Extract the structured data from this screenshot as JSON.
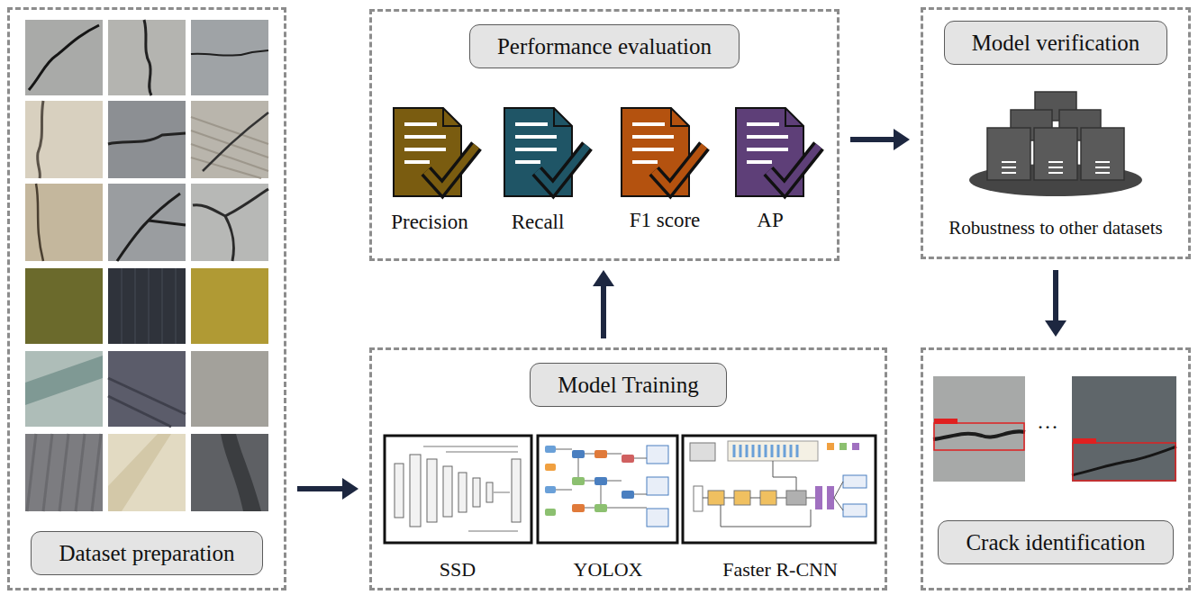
{
  "diagram": {
    "nodes": [
      {
        "text": [
          "Dataset preparation"
        ]
      },
      {
        "text": [
          "Model Training"
        ]
      },
      {
        "text": [
          "Performance evaluation"
        ]
      },
      {
        "text": [
          "Model verification"
        ]
      },
      {
        "text": [
          "Crack identification"
        ]
      }
    ],
    "edges": [
      {
        "from": 0,
        "to": 1,
        "arrow": "to"
      },
      {
        "from": 1,
        "to": 2,
        "arrow": "to"
      },
      {
        "from": 2,
        "to": 3,
        "arrow": "to"
      },
      {
        "from": 3,
        "to": 4,
        "arrow": "to"
      }
    ],
    "labels": [
      "Precision",
      "Recall",
      "F1 score",
      "AP",
      "SSD",
      "YOLOX",
      "Faster R-CNN",
      "Robustness to other datasets",
      "···"
    ]
  }
}
